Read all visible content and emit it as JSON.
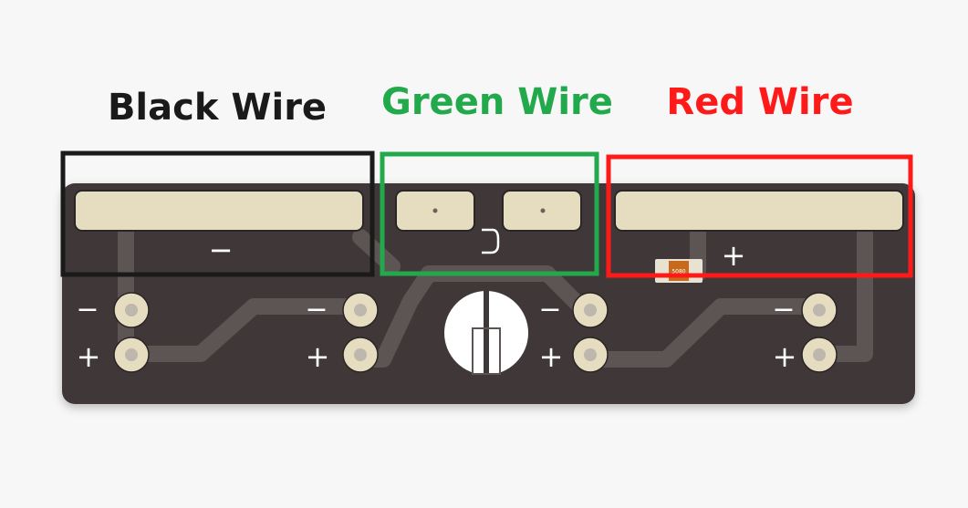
{
  "labels": {
    "black": "Black Wire",
    "green": "Green Wire",
    "red": "Red Wire"
  },
  "pad_markings": {
    "black_pad": "−",
    "red_pad": "+"
  },
  "pin_markings": {
    "minus": "−",
    "plus": "+"
  },
  "component_text": "5080",
  "colors": {
    "black": "#1a1a1a",
    "green": "#22a94b",
    "red": "#ff1a1a",
    "board": "#3f3839",
    "pad": "#e6dcc0",
    "trace": "#5e5654"
  }
}
